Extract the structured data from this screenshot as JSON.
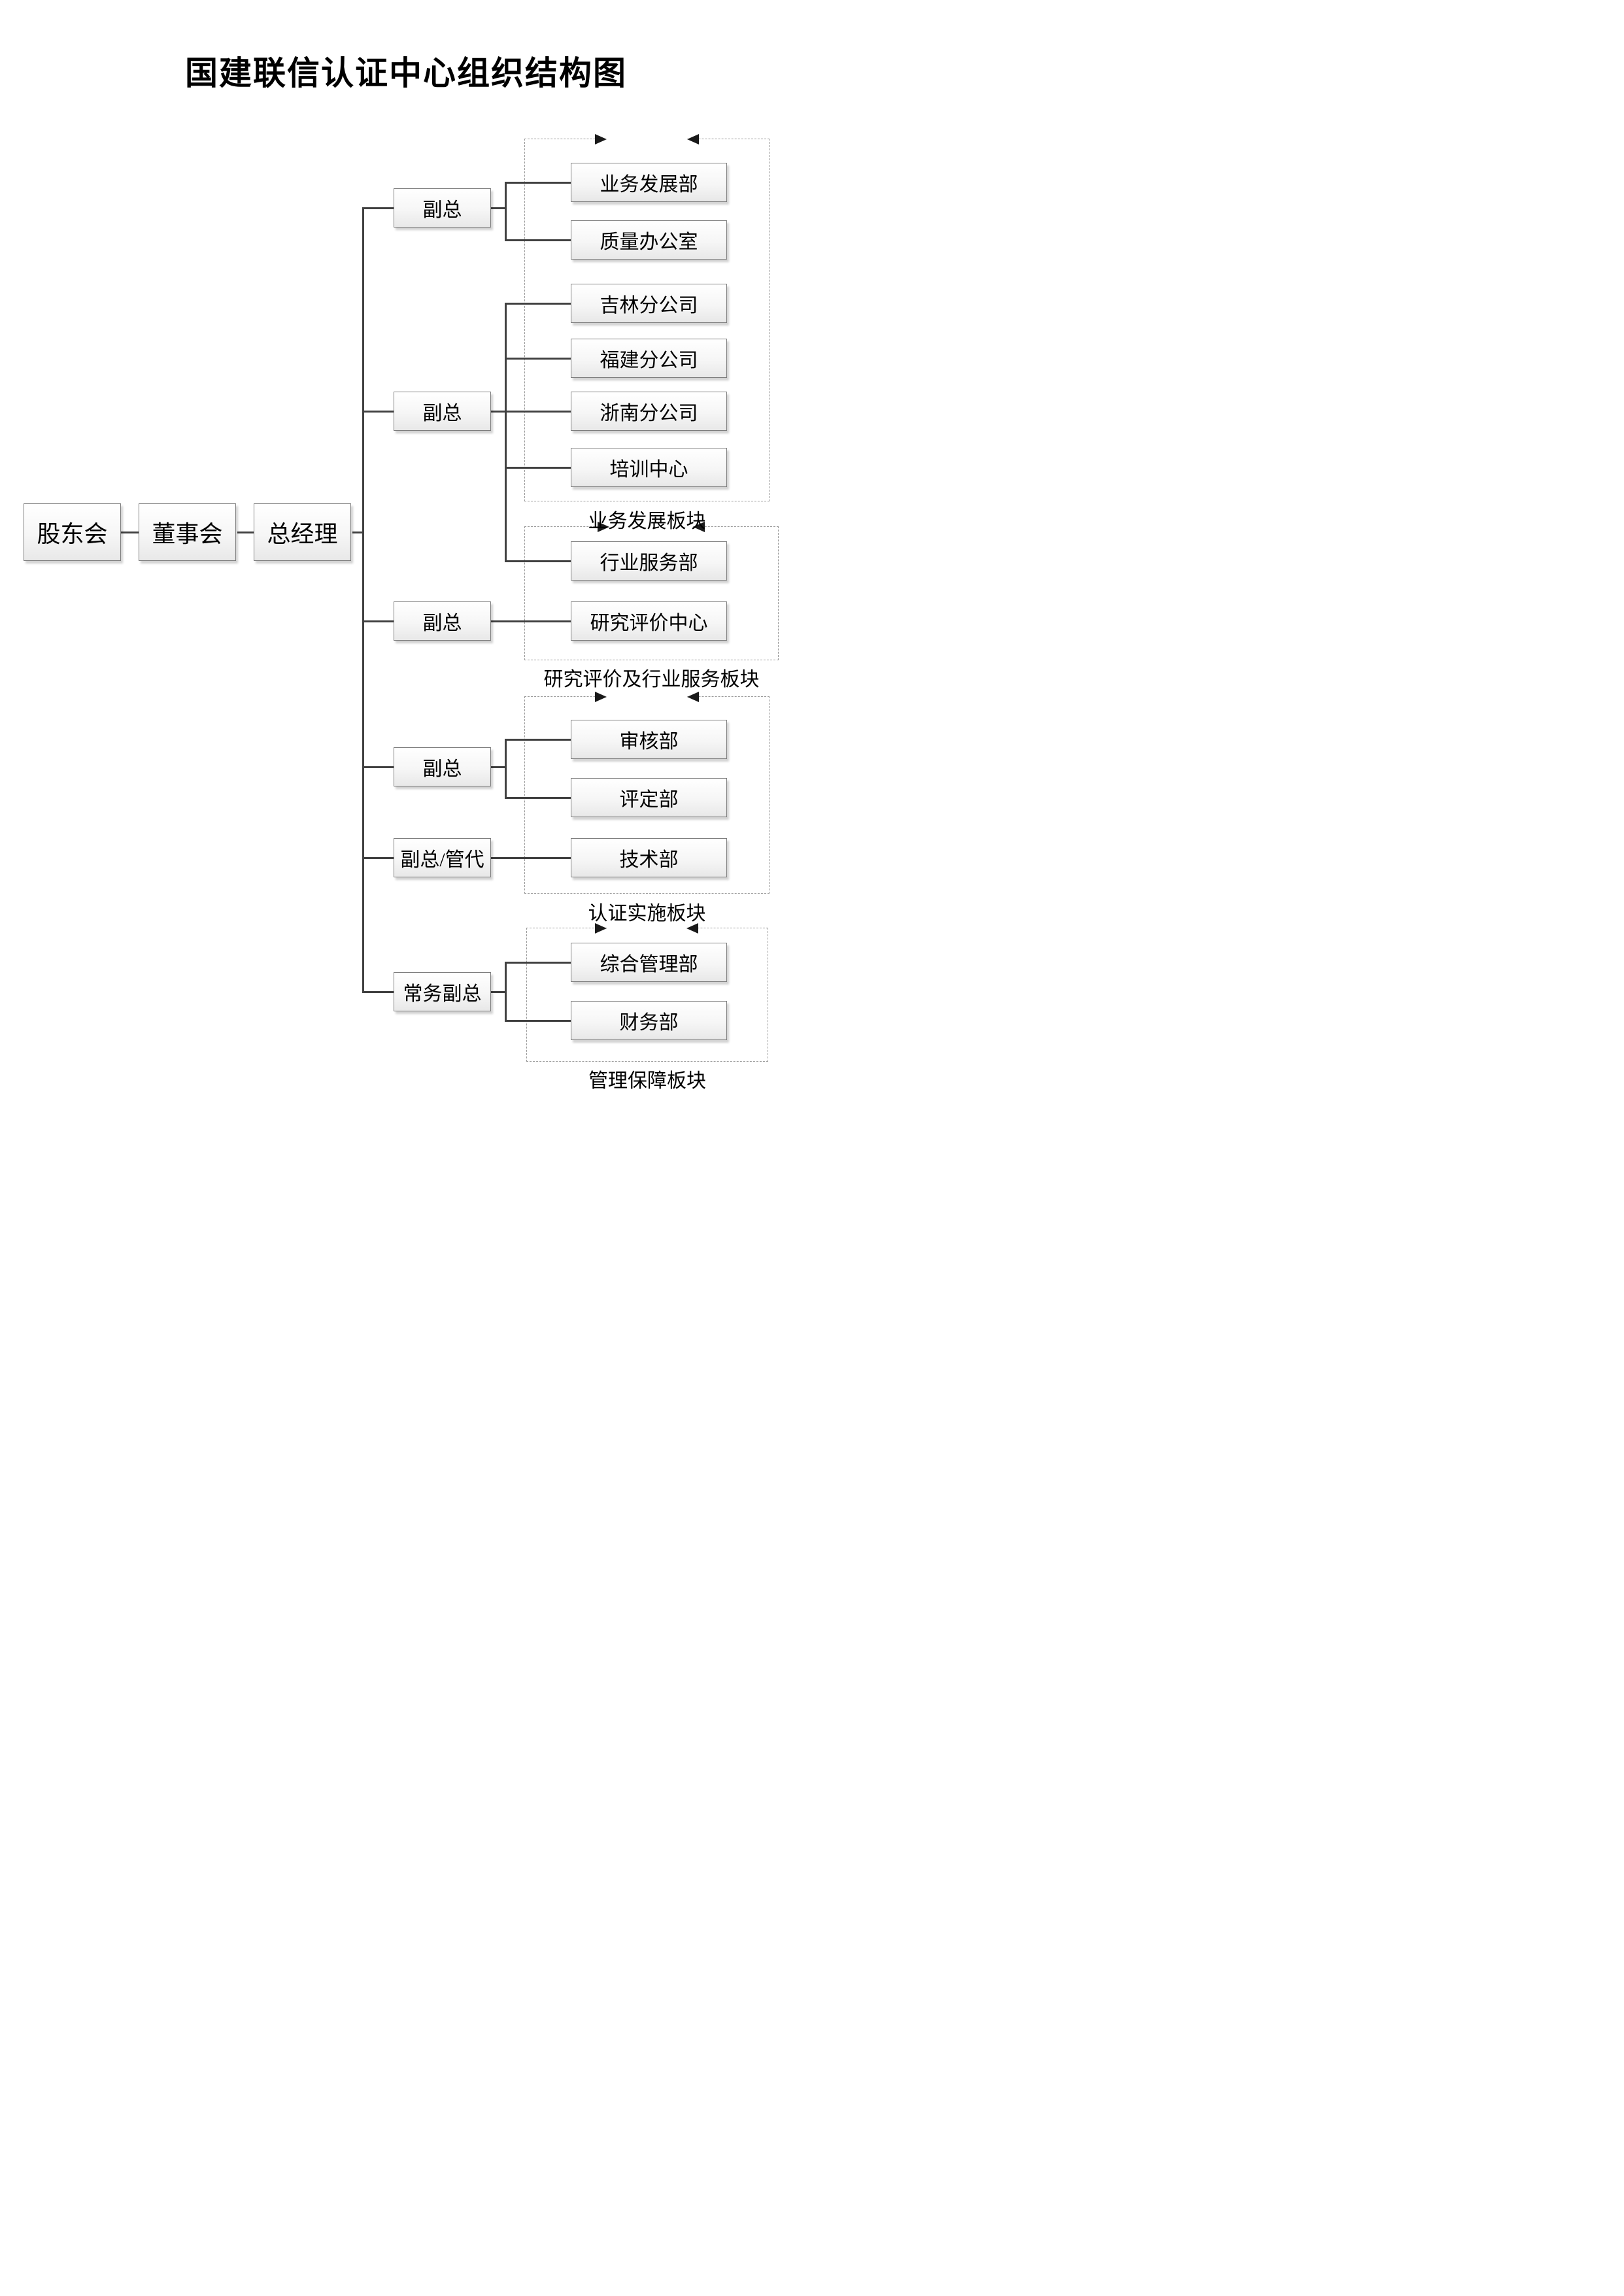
{
  "title": "国建联信认证中心组织结构图",
  "chain": [
    "股东会",
    "董事会",
    "总经理"
  ],
  "deputies": [
    "副总",
    "副总",
    "副总",
    "副总",
    "副总/管代",
    "常务副总"
  ],
  "departments": {
    "g1": [
      "业务发展部",
      "质量办公室",
      "吉林分公司",
      "福建分公司",
      "浙南分公司",
      "培训中心"
    ],
    "g2": [
      "行业服务部",
      "研究评价中心"
    ],
    "g3": [
      "审核部",
      "评定部",
      "技术部"
    ],
    "g4": [
      "综合管理部",
      "财务部"
    ]
  },
  "group_labels": [
    "业务发展板块",
    "研究评价及行业服务板块",
    "认证实施板块",
    "管理保障板块"
  ]
}
